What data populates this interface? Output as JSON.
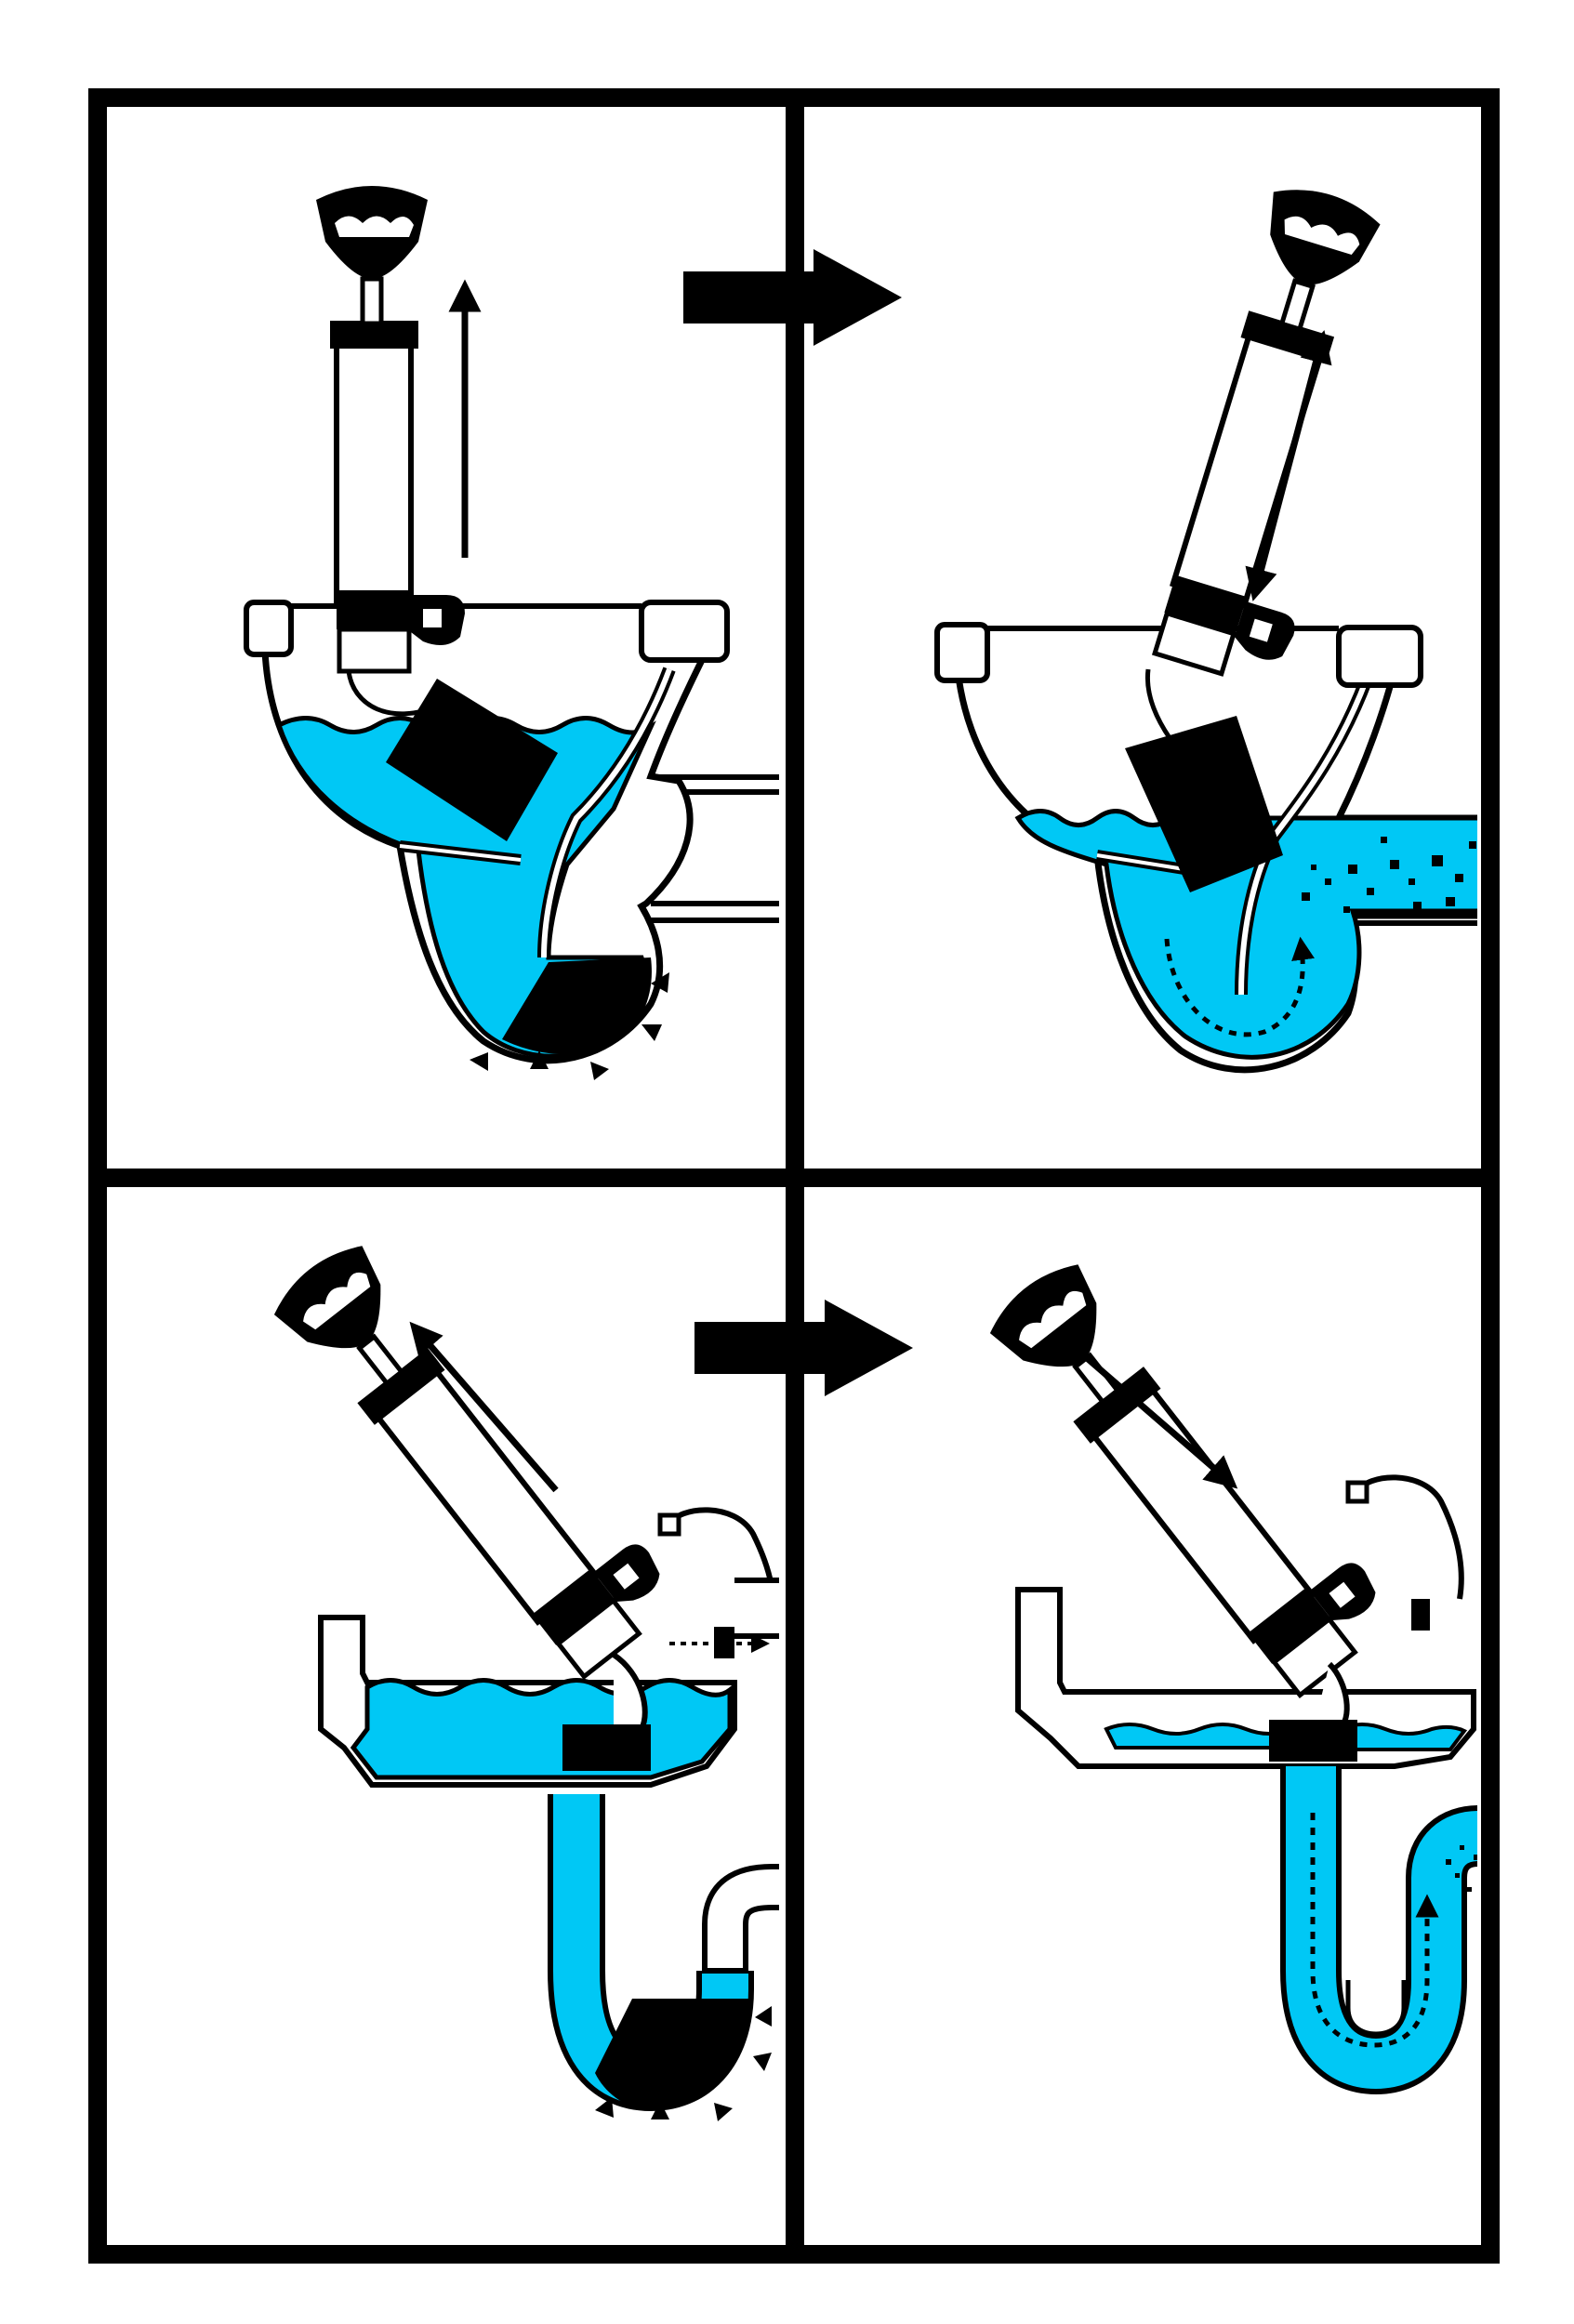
{
  "colors": {
    "ink": "#000000",
    "paper": "#ffffff",
    "water": "#00c8f5",
    "clog": "#000000"
  },
  "panels": [
    {
      "fixture": "toilet",
      "step": "pull-up",
      "state": "clogged"
    },
    {
      "fixture": "toilet",
      "step": "push-down",
      "state": "cleared"
    },
    {
      "fixture": "sink",
      "step": "pull-up",
      "state": "clogged",
      "overflow": "blocked"
    },
    {
      "fixture": "sink",
      "step": "push-down",
      "state": "cleared",
      "overflow": "blocked"
    }
  ],
  "icons": [
    "step-arrow-icon",
    "plunger-handle-icon",
    "direction-arrow-icon",
    "flow-arrow-icon",
    "pressure-arrow-icon"
  ]
}
